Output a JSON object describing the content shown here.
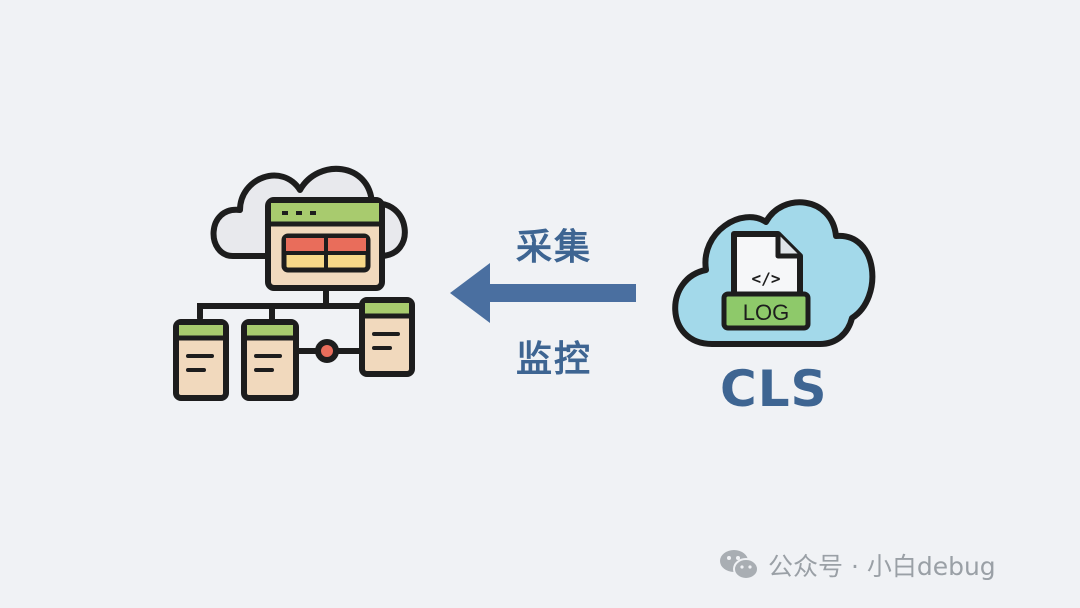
{
  "diagram": {
    "arrow_label_top": "采集",
    "arrow_label_bottom": "监控",
    "log_badge": "LOG",
    "file_code_glyph": "</>",
    "service_label": "CLS",
    "colors": {
      "text_blue": "#3e6592",
      "arrow_blue": "#4a6fa0",
      "cloud_left": "#e8e9ed",
      "cloud_right": "#a3d9ea",
      "panel_beige": "#f1d9bd",
      "panel_green": "#a8cb6e",
      "panel_red": "#e96d5b",
      "panel_yellow": "#f7d888",
      "badge_green": "#8ec96a",
      "outline": "#1d1d1d"
    },
    "icons": [
      "cloud-server-network-icon",
      "arrow-left-icon",
      "cloud-log-file-icon"
    ]
  },
  "watermark": {
    "text": "公众号 · 小白debug",
    "icon": "wechat-icon"
  }
}
